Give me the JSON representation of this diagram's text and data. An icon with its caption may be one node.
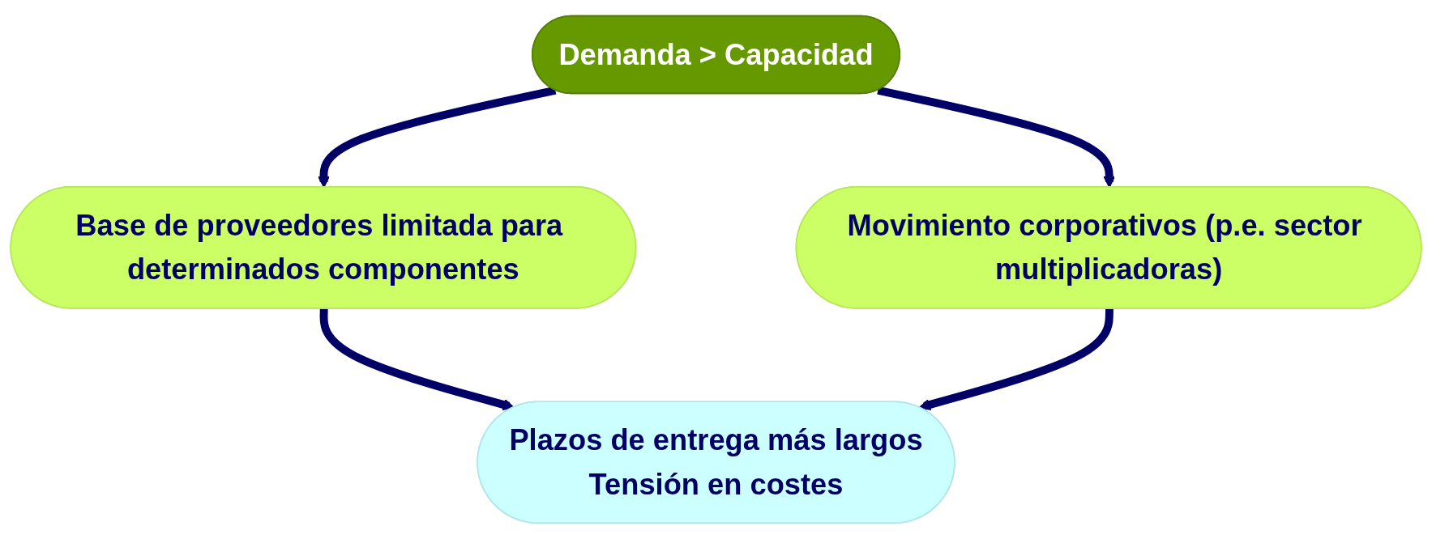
{
  "diagram": {
    "nodes": [
      {
        "text": [
          "Demanda > Capacidad"
        ]
      },
      {
        "text": [
          "Base de proveedores limitada para determinados componentes"
        ]
      },
      {
        "text": [
          "Movimiento corporativos (p.e. sector multiplicadoras)"
        ]
      },
      {
        "text": [
          "Plazos de entrega más largos",
          "Tensión en costes"
        ]
      }
    ],
    "edges": [
      {
        "from": 0,
        "to": 1,
        "arrow": "to"
      },
      {
        "from": 0,
        "to": 2,
        "arrow": "to"
      },
      {
        "from": 1,
        "to": 3,
        "arrow": "to"
      },
      {
        "from": 2,
        "to": 3,
        "arrow": "to"
      }
    ]
  }
}
